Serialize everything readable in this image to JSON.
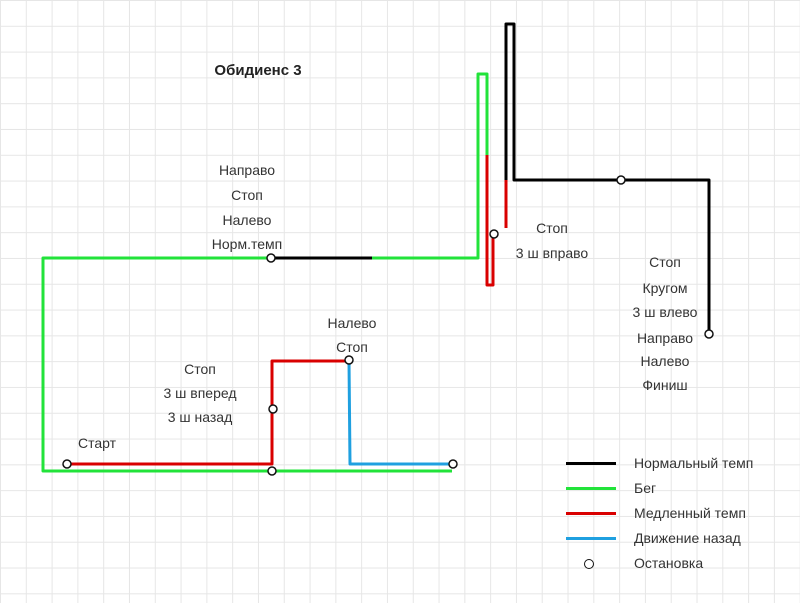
{
  "title": "Обидиенс 3",
  "colors": {
    "normal": "#000000",
    "run": "#22e33a",
    "slow": "#d90000",
    "back": "#1fa0e0"
  },
  "labels": {
    "start": "Старт",
    "group_stop_forward_back": [
      "Стоп",
      "3 ш вперед",
      "3 ш назад"
    ],
    "group_left_stop": [
      "Налево",
      "Стоп"
    ],
    "group_right_stop_left_norm": [
      "Направо",
      "Стоп",
      "Налево",
      "Норм.темп"
    ],
    "group_stop_right": [
      "Стоп",
      "3 ш вправо"
    ],
    "group_finish": [
      "Стоп",
      "Кругом",
      "3 ш влево",
      "Направо",
      "Налево",
      "Финиш"
    ]
  },
  "legend": [
    {
      "label": "Нормальный темп",
      "color": "#000000",
      "kind": "line"
    },
    {
      "label": "Бег",
      "color": "#22e33a",
      "kind": "line"
    },
    {
      "label": "Медленный темп",
      "color": "#d90000",
      "kind": "line"
    },
    {
      "label": "Движение назад",
      "color": "#1fa0e0",
      "kind": "line"
    },
    {
      "label": "Остановка",
      "color": "#111111",
      "kind": "dot"
    }
  ]
}
